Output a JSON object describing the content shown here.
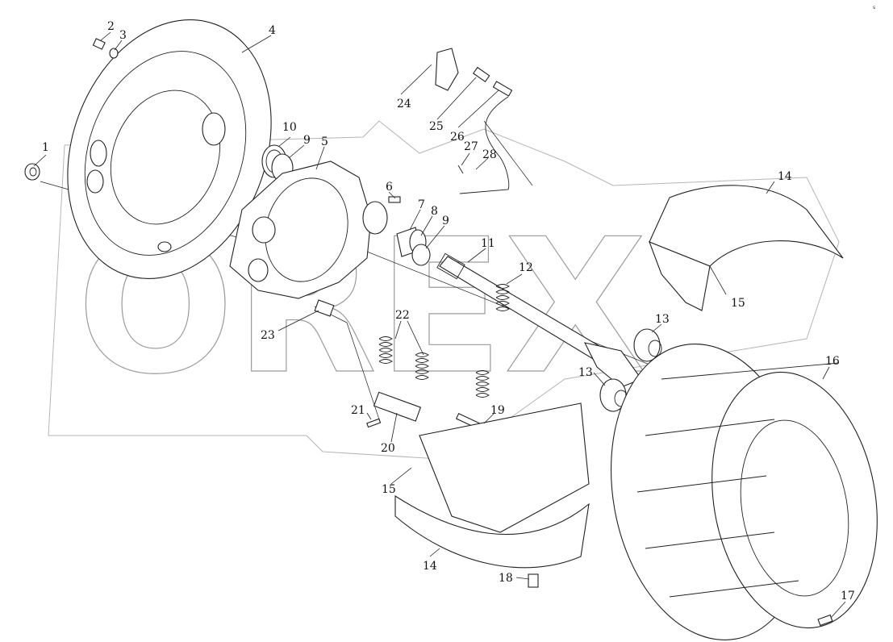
{
  "diagram": {
    "type": "exploded parts drawing",
    "watermark_text": "OREX",
    "corner_mark": "s"
  },
  "callouts": [
    {
      "id": "c1",
      "label": "1"
    },
    {
      "id": "c2",
      "label": "2"
    },
    {
      "id": "c3",
      "label": "3"
    },
    {
      "id": "c4",
      "label": "4"
    },
    {
      "id": "c5",
      "label": "5"
    },
    {
      "id": "c6",
      "label": "6"
    },
    {
      "id": "c7",
      "label": "7"
    },
    {
      "id": "c8",
      "label": "8"
    },
    {
      "id": "c9a",
      "label": "9"
    },
    {
      "id": "c9b",
      "label": "9"
    },
    {
      "id": "c10",
      "label": "10"
    },
    {
      "id": "c11",
      "label": "11"
    },
    {
      "id": "c12",
      "label": "12"
    },
    {
      "id": "c13a",
      "label": "13"
    },
    {
      "id": "c13b",
      "label": "13"
    },
    {
      "id": "c14a",
      "label": "14"
    },
    {
      "id": "c14b",
      "label": "14"
    },
    {
      "id": "c15a",
      "label": "15"
    },
    {
      "id": "c15b",
      "label": "15"
    },
    {
      "id": "c16",
      "label": "16"
    },
    {
      "id": "c17",
      "label": "17"
    },
    {
      "id": "c18",
      "label": "18"
    },
    {
      "id": "c19",
      "label": "19"
    },
    {
      "id": "c20",
      "label": "20"
    },
    {
      "id": "c21",
      "label": "21"
    },
    {
      "id": "c22",
      "label": "22"
    },
    {
      "id": "c23",
      "label": "23"
    },
    {
      "id": "c24",
      "label": "24"
    },
    {
      "id": "c25",
      "label": "25"
    },
    {
      "id": "c26",
      "label": "26"
    },
    {
      "id": "c27",
      "label": "27"
    },
    {
      "id": "c28",
      "label": "28"
    }
  ]
}
